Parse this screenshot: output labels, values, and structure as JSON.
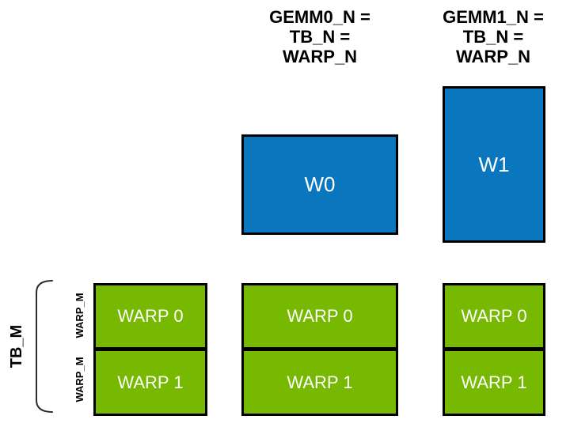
{
  "colors": {
    "nvidia_green": "#76b900",
    "blue": "#0a76bd",
    "box_border": "#000000",
    "box_label_text": "#ffffff",
    "annotation_text": "#000000"
  },
  "top_headers": [
    {
      "lines": [
        "GEMM0_N =",
        "TB_N =",
        "WARP_N"
      ]
    },
    {
      "lines": [
        "GEMM1_N =",
        "TB_N =",
        "WARP_N"
      ]
    }
  ],
  "accumulator_tiles": [
    {
      "label": "W0"
    },
    {
      "label": "W1"
    }
  ],
  "warp_rows": {
    "left_column": [
      "WARP 0",
      "WARP 1"
    ],
    "middle_column": [
      "WARP 0",
      "WARP 1"
    ],
    "right_column": [
      "WARP 0",
      "WARP 1"
    ]
  },
  "side_annotations": {
    "tb_m": "TB_M",
    "warp_m_row0": "WARP_M",
    "warp_m_row1": "WARP_M"
  }
}
